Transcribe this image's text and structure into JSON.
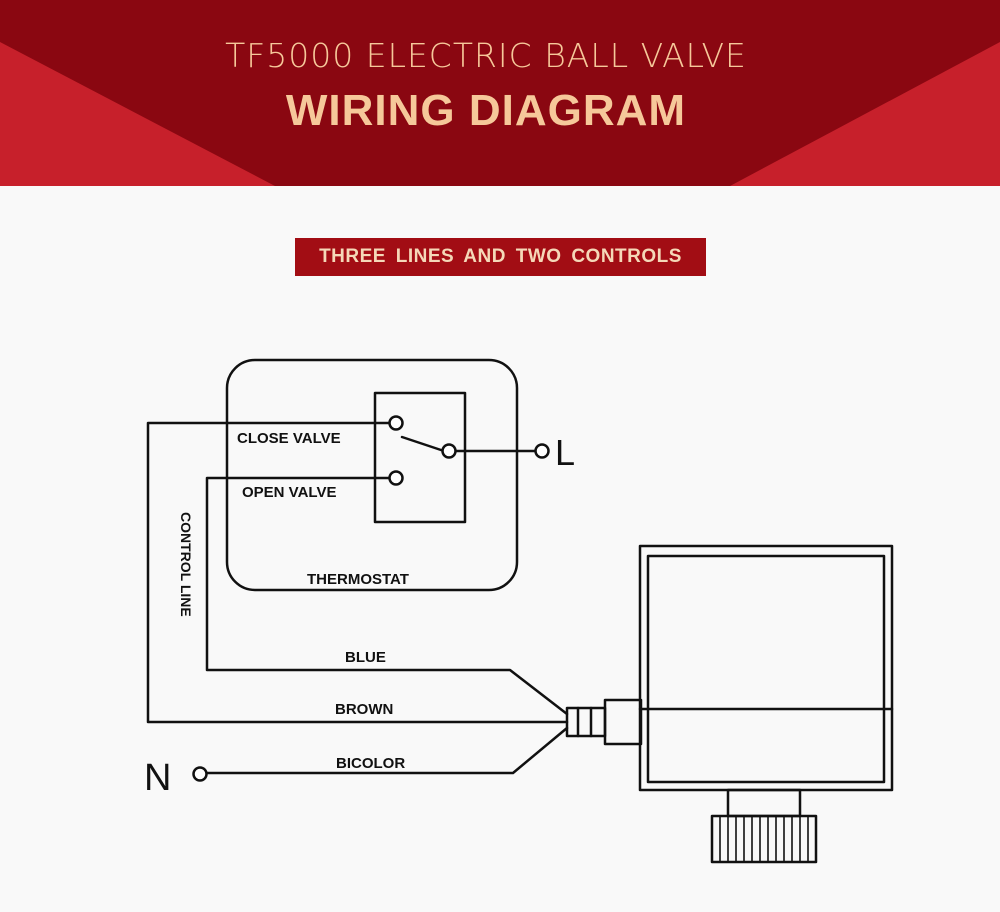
{
  "header": {
    "subtitle": "TF5000 ELECTRIC BALL VALVE",
    "title": "WIRING DIAGRAM",
    "colors": {
      "dark_red": "#8a0711",
      "light_red": "#c7202b",
      "text": "#f6c89a"
    }
  },
  "banner": {
    "text": "THREE LINES AND TWO CONTROLS"
  },
  "diagram": {
    "thermostat_label": "THERMOSTAT",
    "close_valve_label": "CLOSE VALVE",
    "open_valve_label": "OPEN VALVE",
    "control_line_label": "CONTROL LINE",
    "blue_label": "BLUE",
    "brown_label": "BROWN",
    "bicolor_label": "BICOLOR",
    "terminal_l": "L",
    "terminal_n": "N"
  }
}
